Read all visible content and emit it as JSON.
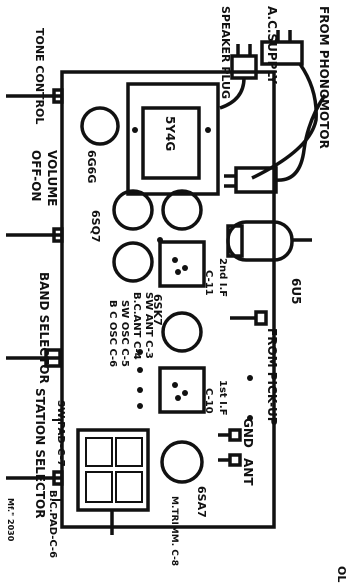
{
  "labels": {
    "from_phonomotor": "FROM PHONOMOTOR",
    "ac_supply": "A.C.SUPPLY",
    "speaker_plug": "SPEAKER PLUG",
    "tone_control": "TONE CONTROL",
    "volume": "VOLUME",
    "off_on": "OFF-ON",
    "band_selector": "BAND SELECTOR",
    "station_selector": "STATION SELECTOR",
    "from_pickup": "FROM PICK-UP",
    "gnd": "GND",
    "ant": "ANT",
    "sw_pad_c7": "SW.PAD-C-7",
    "bc_pad_c6": "B.C.PAD-C-6",
    "mf_ref": "Mf.\" 2030",
    "corner": "OL"
  },
  "tubes": {
    "t5y4g": "5Y4G",
    "t6g6g": "6G6G",
    "t6sq7": "6SQ7",
    "t6sk7": "6SK7",
    "t6sa7": "6SA7",
    "t6u5": "6U5"
  },
  "transformers": {
    "if2": "2nd I.F",
    "if2_cap": "C-11",
    "if1": "1st I.F",
    "if1_cap": "C-10"
  },
  "trimmers": {
    "sw_ant": "SW ANT C-3",
    "bc_ant": "B.C.ANT C-4",
    "sw_osc": "SW OSC C-5",
    "bc_osc": "B C OSC C-6",
    "mtrimm": "M.TRIMM. C-8"
  }
}
